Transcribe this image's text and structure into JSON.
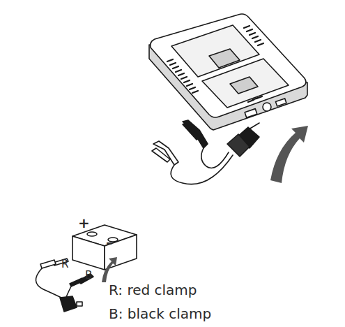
{
  "diagram": {
    "labels": [
      "+",
      "-",
      "R",
      "B",
      "R: red clamp",
      "B: black clamp"
    ]
  }
}
